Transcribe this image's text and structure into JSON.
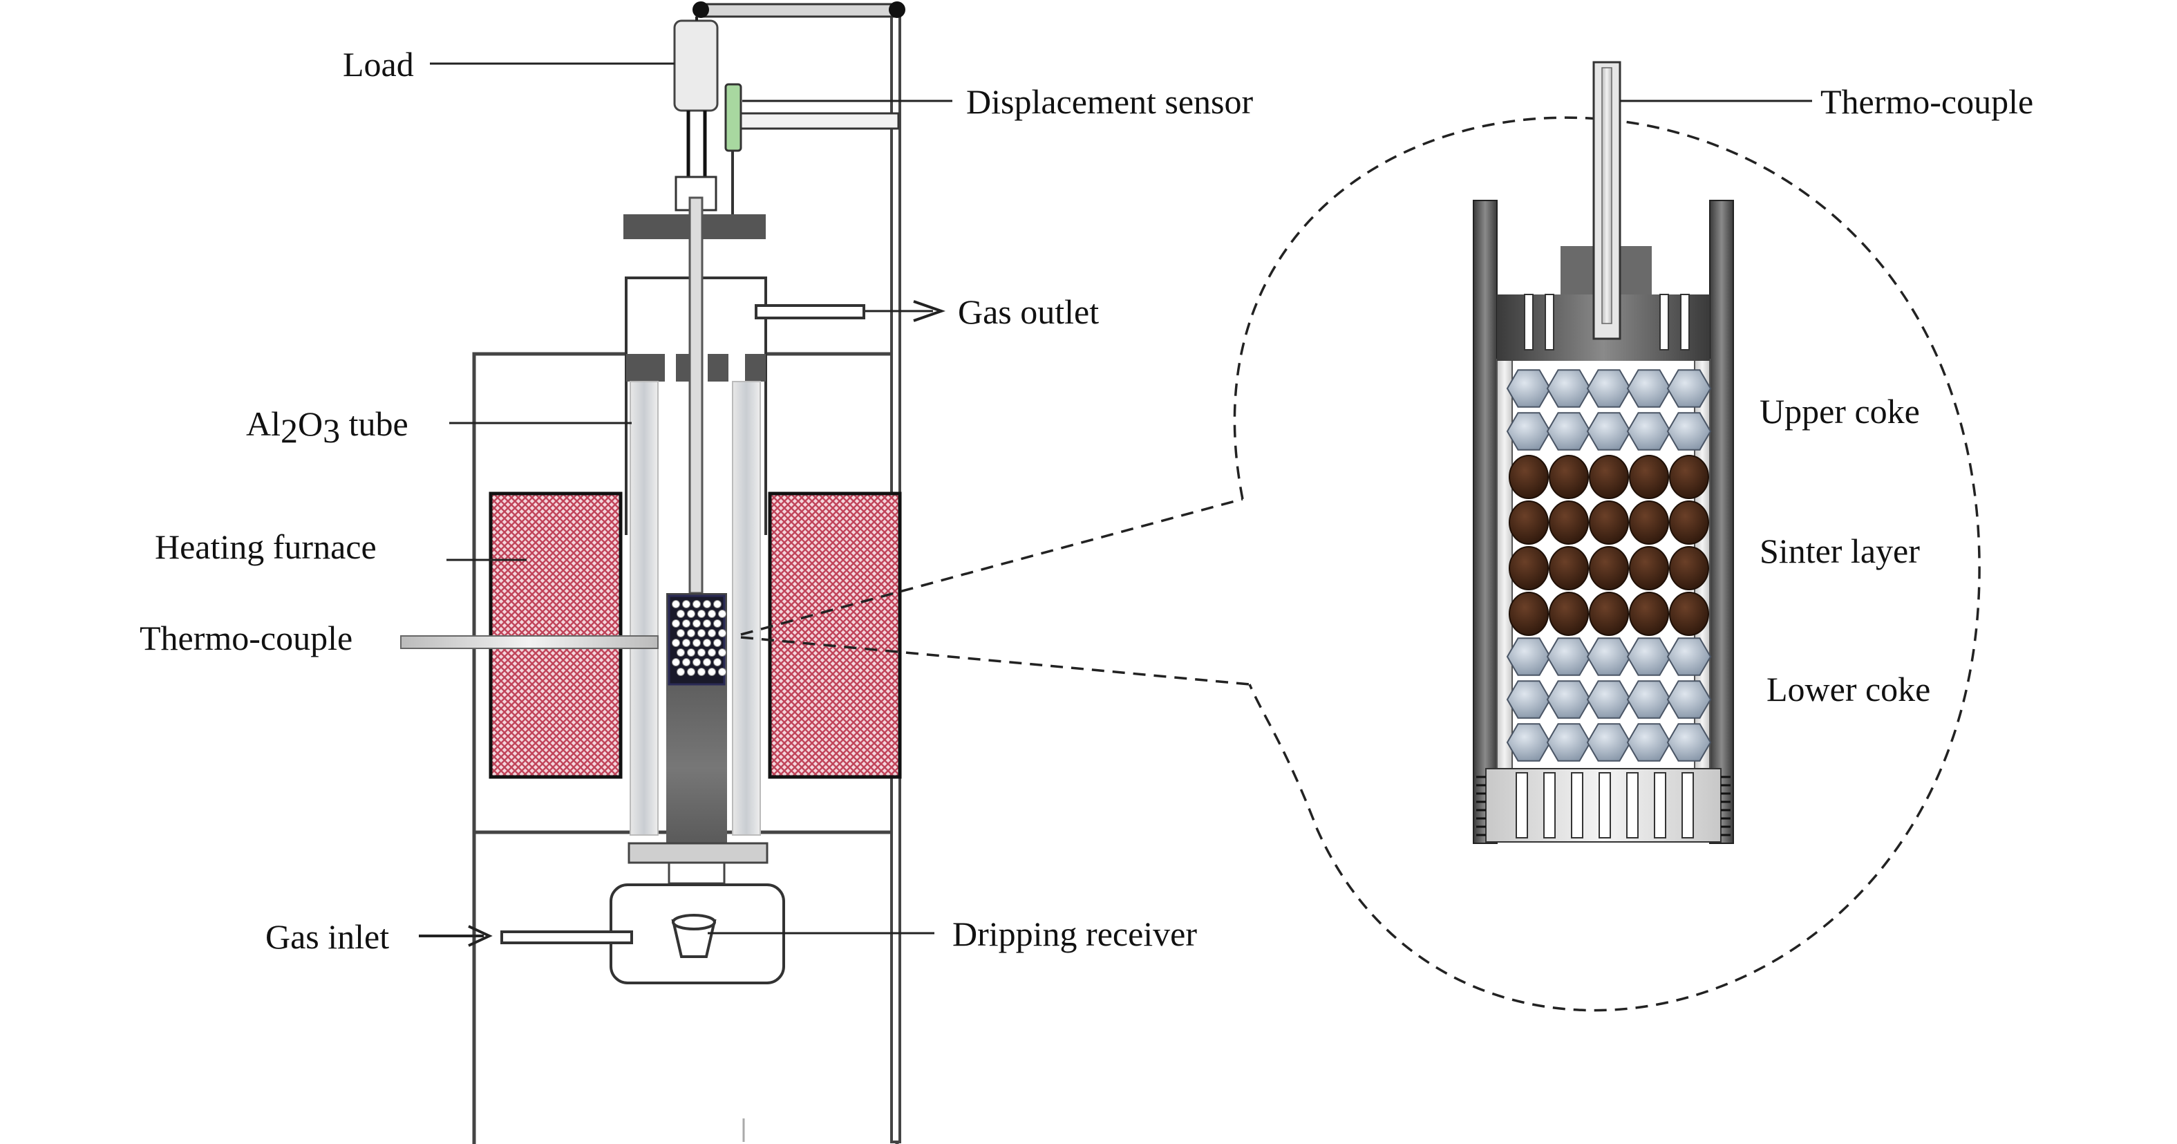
{
  "labels": {
    "load": "Load",
    "displacement_sensor": "Displacement sensor",
    "gas_outlet": "Gas outlet",
    "tube_prefix": "Al",
    "tube_sub1": "2",
    "tube_mid": "O",
    "tube_sub2": "3",
    "tube_suffix": " tube",
    "heating_furnace": "Heating furnace",
    "thermocouple_left": "Thermo-couple",
    "gas_inlet": "Gas inlet",
    "dripping_receiver": "Dripping receiver",
    "thermocouple_right": "Thermo-couple",
    "upper_coke": "Upper coke",
    "sinter_layer": "Sinter layer",
    "lower_coke": "Lower coke"
  },
  "colors": {
    "furnace": "#c0445a",
    "sinter": "#4a2a18",
    "coke": "#a9b6c6",
    "sensor": "#a8d8a0",
    "steel": "#555555"
  }
}
